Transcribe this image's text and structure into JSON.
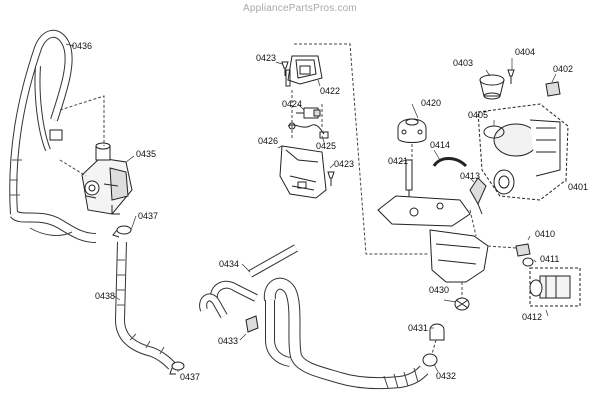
{
  "watermark": "AppliancePartsPros.com",
  "parts": [
    {
      "id": "0436",
      "label": "0436"
    },
    {
      "id": "0435",
      "label": "0435"
    },
    {
      "id": "0437a",
      "label": "0437"
    },
    {
      "id": "0438",
      "label": "0438"
    },
    {
      "id": "0437b",
      "label": "0437"
    },
    {
      "id": "0423a",
      "label": "0423"
    },
    {
      "id": "0422",
      "label": "0422"
    },
    {
      "id": "0424",
      "label": "0424"
    },
    {
      "id": "0426",
      "label": "0426"
    },
    {
      "id": "0425",
      "label": "0425"
    },
    {
      "id": "0423b",
      "label": "0423"
    },
    {
      "id": "0434",
      "label": "0434"
    },
    {
      "id": "0433",
      "label": "0433"
    },
    {
      "id": "0420",
      "label": "0420"
    },
    {
      "id": "0421",
      "label": "0421"
    },
    {
      "id": "0414",
      "label": "0414"
    },
    {
      "id": "0413",
      "label": "0413"
    },
    {
      "id": "0403",
      "label": "0403"
    },
    {
      "id": "0404",
      "label": "0404"
    },
    {
      "id": "0402",
      "label": "0402"
    },
    {
      "id": "0405",
      "label": "0405"
    },
    {
      "id": "0401",
      "label": "0401"
    },
    {
      "id": "0410",
      "label": "0410"
    },
    {
      "id": "0411",
      "label": "0411"
    },
    {
      "id": "0412",
      "label": "0412"
    },
    {
      "id": "0430",
      "label": "0430"
    },
    {
      "id": "0431",
      "label": "0431"
    },
    {
      "id": "0432",
      "label": "0432"
    }
  ]
}
